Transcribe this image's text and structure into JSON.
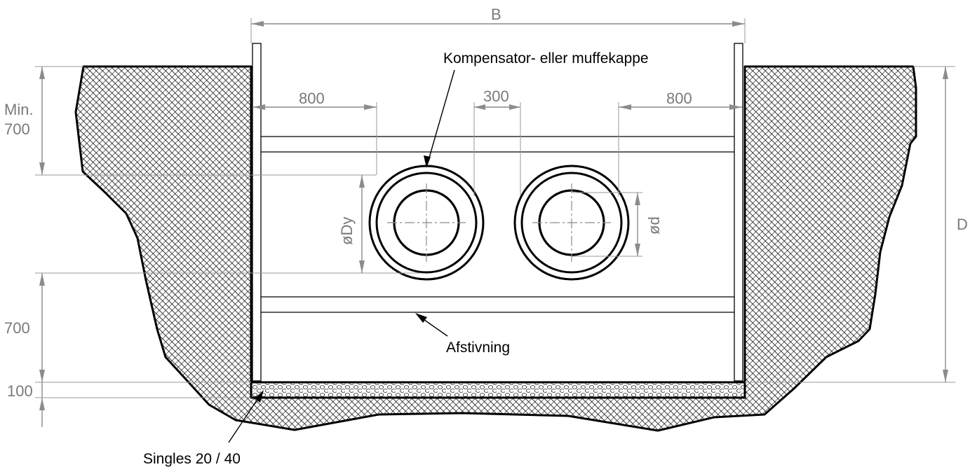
{
  "dimensions": {
    "width_label": "B",
    "depth_label": "D",
    "left_clearance": "800",
    "pipe_gap": "300",
    "right_clearance": "800",
    "cover_min_line1": "Min.",
    "cover_min_line2": "700",
    "bottom_clearance": "700",
    "bedding_thickness": "100",
    "outer_diameter": "øDy",
    "inner_diameter": "ød"
  },
  "labels": {
    "joint_cap": "Kompensator- eller muffekappe",
    "bracing": "Afstivning",
    "gravel": "Singles 20 / 40"
  },
  "colors": {
    "soil_hatch": "#000000",
    "dimension": "#8c8c8c",
    "outline": "#000000"
  }
}
